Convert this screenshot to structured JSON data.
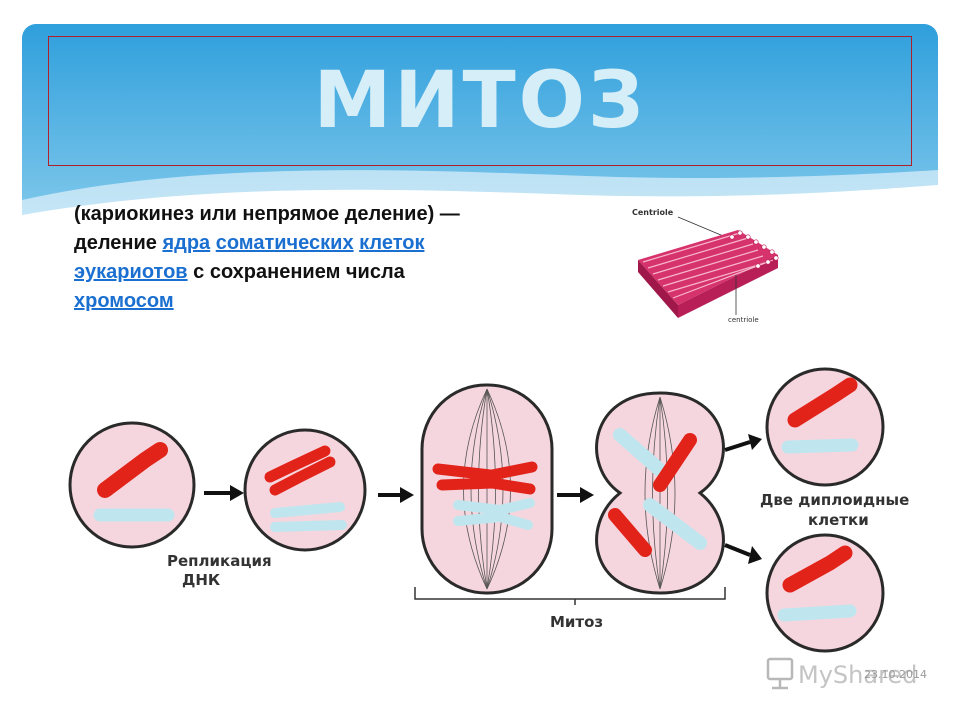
{
  "slide": {
    "title": "МИТОЗ",
    "definition": {
      "line1": "(кариокинез или непрямое деление) —",
      "prefix": "деление",
      "link_nucleus": "ядра",
      "link_somatic": "соматических",
      "link_cells": "клеток",
      "link_eukaryotes": "эукариотов",
      "middle": "с сохранением числа",
      "link_chromosomes": "хромосом"
    },
    "date": "23.10.2014"
  },
  "centriole_figure": {
    "label_top": "Centriole",
    "label_bottom": "centriole"
  },
  "mitosis_diagram": {
    "label_replication_line1": "Репликация",
    "label_replication_line2": "ДНК",
    "label_mitosis": "Митоз",
    "label_diploid_line1": "Две диплоидные",
    "label_diploid_line2": "клетки",
    "colors": {
      "cell_fill": "#f6d6de",
      "cell_stroke": "#2a2a2a",
      "chromosome_red": "#e2231a",
      "chromosome_blue": "#bfe6ef"
    }
  },
  "watermark": {
    "text": "MyShared"
  },
  "colors": {
    "sky_top": "#3aa5dd",
    "sky_bottom": "#8fd0ef",
    "link": "#1a6fd0"
  }
}
